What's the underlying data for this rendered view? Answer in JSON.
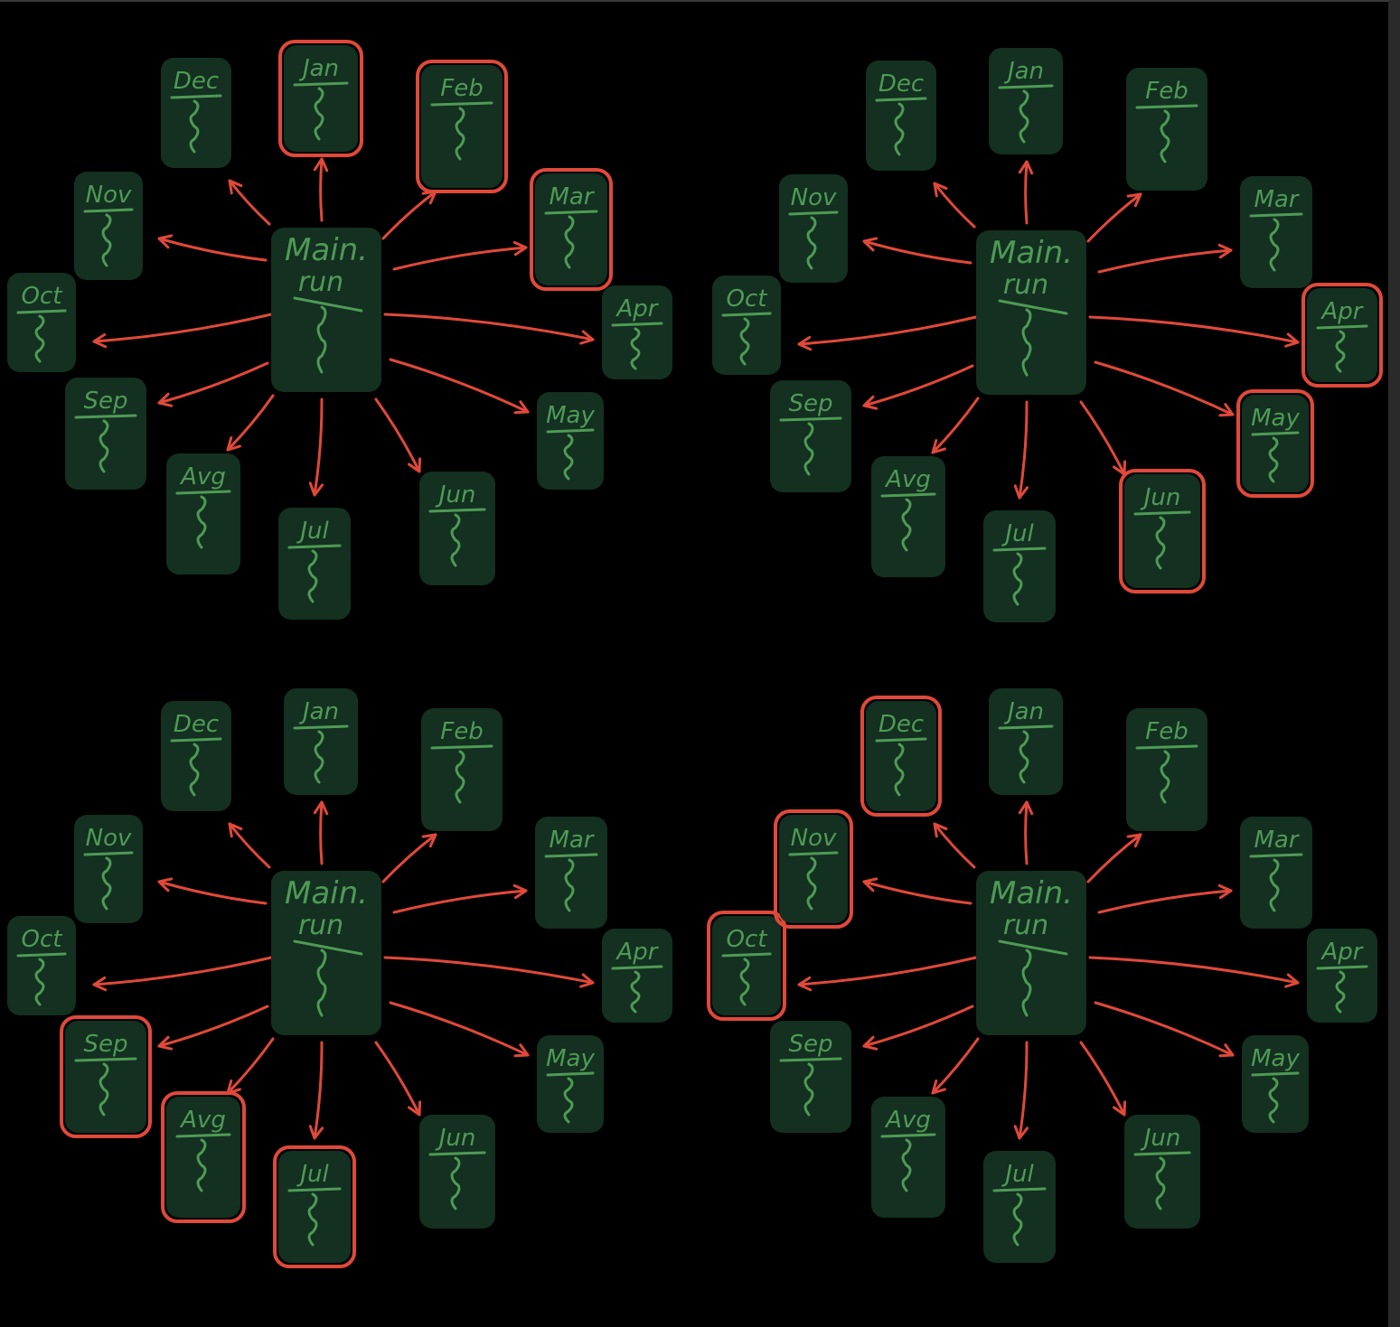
{
  "center_label_line1": "Main.",
  "center_label_line2": "run",
  "colors": {
    "background": "#000000",
    "box": "#133021",
    "text": "#4f9a55",
    "arrow": "#e0493a",
    "highlight": "#e0493a"
  },
  "months": [
    "Jan",
    "Feb",
    "Mar",
    "Apr",
    "May",
    "Jun",
    "Jul",
    "Avg",
    "Sep",
    "Oct",
    "Nov",
    "Dec"
  ],
  "panels": [
    {
      "highlighted": [
        "Jan",
        "Feb",
        "Mar"
      ]
    },
    {
      "highlighted": [
        "Apr",
        "May",
        "Jun"
      ]
    },
    {
      "highlighted": [
        "Jul",
        "Avg",
        "Sep"
      ]
    },
    {
      "highlighted": [
        "Oct",
        "Nov",
        "Dec"
      ]
    }
  ]
}
